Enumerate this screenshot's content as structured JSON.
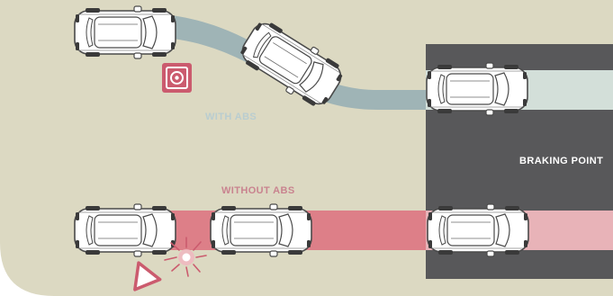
{
  "labels": {
    "with_abs": "WITH ABS",
    "without_abs": "WITHOUT ABS",
    "braking_point": "BRAKING POINT"
  },
  "colors": {
    "background": "#dcd9c2",
    "braking_zone": "#58585a",
    "abs_path": "#9fb4b6",
    "abs_path_light": "#d3dfd9",
    "no_abs_path": "#dd7f88",
    "no_abs_path_light": "#e8b3b8",
    "abs_icon": "#cb5b6e",
    "warning_icon": "#cb5b6e"
  },
  "icons": {
    "abs_indicator": "abs-warning-light-icon",
    "warning_triangle": "warning-triangle-icon",
    "collision": "collision-burst-icon"
  }
}
